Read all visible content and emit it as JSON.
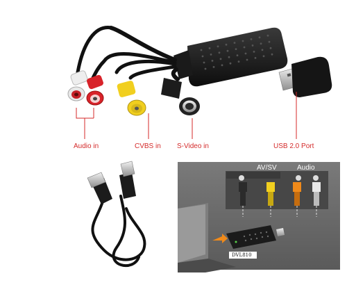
{
  "top_product": {
    "labels": {
      "audio_in": "Audio in",
      "cvbs_in": "CVBS in",
      "svideo_in": "S-Video in",
      "usb_port": "USB 2.0 Port"
    }
  },
  "inset": {
    "avsv_label": "AV/SV",
    "audio_label": "Audio",
    "model_label": "DVL810"
  },
  "colors": {
    "callout": "#d42a2a",
    "rca_white": "#e8e8e8",
    "rca_red": "#d8232a",
    "rca_yellow": "#f1cf1f",
    "rca_orange": "#f08a1a",
    "inset_bg": "#6b6b6b",
    "device_black": "#1b1b1b",
    "led_green": "#5ad24a"
  }
}
